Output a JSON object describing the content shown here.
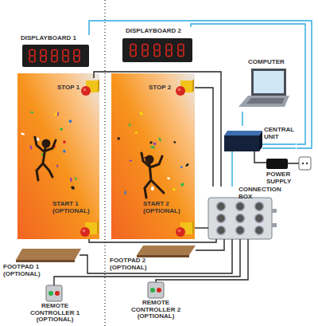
{
  "diagram": {
    "nodes": [
      {
        "text": [
          "DISPLAYBOARD 1"
        ]
      },
      {
        "text": [
          "DISPLAYBOARD 2"
        ]
      },
      {
        "text": [
          "COMPUTER"
        ]
      },
      {
        "text": [
          "STOP 1"
        ]
      },
      {
        "text": [
          "STOP 2"
        ]
      },
      {
        "text": [
          "CENTRAL UNIT"
        ]
      },
      {
        "text": [
          "POWER SUPPLY"
        ]
      },
      {
        "text": [
          "START 1 (OPTIONAL)"
        ]
      },
      {
        "text": [
          "START 2 (OPTIONAL)"
        ]
      },
      {
        "text": [
          "CONNECTION BOX"
        ]
      },
      {
        "text": [
          "FOOTPAD 1 (OPTIONAL)"
        ]
      },
      {
        "text": [
          "FOOTPAD 2 (OPTIONAL)"
        ]
      },
      {
        "text": [
          "REMOTE CONTROLLER 1 (OPTIONAL)"
        ]
      },
      {
        "text": [
          "REMOTE CONTROLLER 2 (OPTIONAL)"
        ]
      }
    ],
    "edges": [
      {
        "from": 0,
        "to": 5,
        "arrow": "none"
      },
      {
        "from": 1,
        "to": 5,
        "arrow": "none"
      },
      {
        "from": 2,
        "to": 5,
        "arrow": "none"
      },
      {
        "from": 5,
        "to": 6,
        "arrow": "none"
      },
      {
        "from": 5,
        "to": 9,
        "arrow": "none"
      },
      {
        "from": 3,
        "to": 9,
        "arrow": "none"
      },
      {
        "from": 4,
        "to": 9,
        "arrow": "none"
      },
      {
        "from": 7,
        "to": 9,
        "arrow": "none"
      },
      {
        "from": 8,
        "to": 9,
        "arrow": "none"
      },
      {
        "from": 10,
        "to": 9,
        "arrow": "none"
      },
      {
        "from": 11,
        "to": 9,
        "arrow": "none"
      },
      {
        "from": 12,
        "to": 9,
        "arrow": "none"
      },
      {
        "from": 13,
        "to": 9,
        "arrow": "none"
      }
    ]
  }
}
